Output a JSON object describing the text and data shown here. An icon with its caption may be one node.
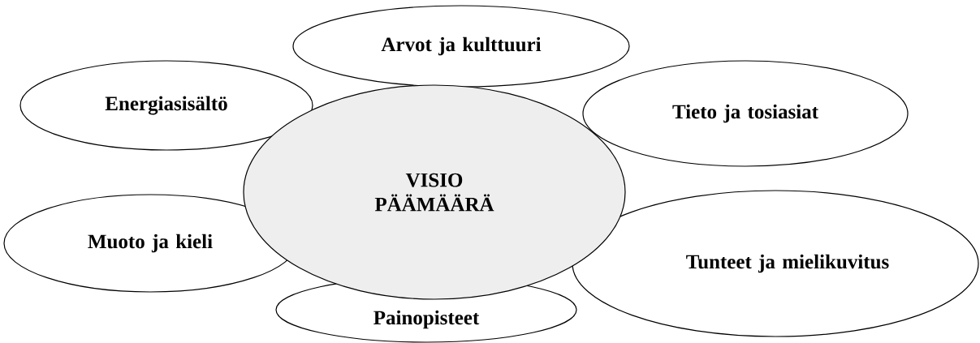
{
  "diagram": {
    "nodes": [
      {
        "text": [
          "Arvot ja kulttuuri"
        ]
      },
      {
        "text": [
          "Energiasisältö"
        ]
      },
      {
        "text": [
          "Tieto ja tosiasiat"
        ]
      },
      {
        "text": [
          "VISIO PÄÄMÄÄRÄ"
        ]
      },
      {
        "text": [
          "Muoto ja kieli"
        ]
      },
      {
        "text": [
          "Tunteet ja mielikuvitus"
        ]
      },
      {
        "text": [
          "Painopisteet"
        ]
      }
    ]
  }
}
